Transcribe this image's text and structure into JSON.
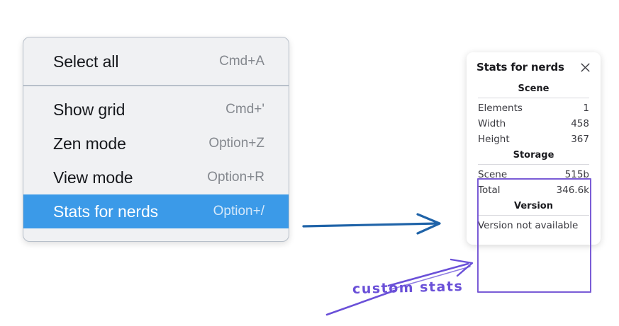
{
  "context_menu": {
    "groups": [
      {
        "items": [
          {
            "label": "Select all",
            "shortcut": "Cmd+A",
            "selected": false
          }
        ]
      },
      {
        "items": [
          {
            "label": "Show grid",
            "shortcut": "Cmd+'",
            "selected": false
          },
          {
            "label": "Zen mode",
            "shortcut": "Option+Z",
            "selected": false
          },
          {
            "label": "View mode",
            "shortcut": "Option+R",
            "selected": false
          },
          {
            "label": "Stats for nerds",
            "shortcut": "Option+/",
            "selected": true
          }
        ]
      }
    ],
    "highlight_color": "#3b9ae8"
  },
  "stats_panel": {
    "title": "Stats for nerds",
    "close_icon": "close-icon",
    "sections": [
      {
        "heading": "Scene",
        "rows": [
          {
            "key": "Elements",
            "value": "1"
          },
          {
            "key": "Width",
            "value": "458"
          },
          {
            "key": "Height",
            "value": "367"
          }
        ]
      },
      {
        "heading": "Storage",
        "rows": [
          {
            "key": "Scene",
            "value": "515b"
          },
          {
            "key": "Total",
            "value": "346.6k"
          }
        ]
      },
      {
        "heading": "Version",
        "text": "Version not available"
      }
    ]
  },
  "annotations": {
    "note_text": "custom stats",
    "note_color": "#6a50d8",
    "highlight_box_color": "#7a5cd6",
    "arrow_color": "#1f63a8"
  }
}
